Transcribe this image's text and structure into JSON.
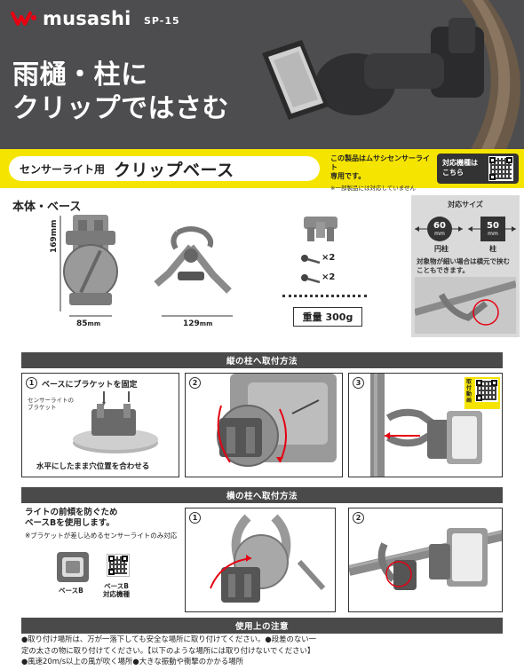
{
  "brand": {
    "logo_text": "musashi",
    "model": "SP-15",
    "logo_color": "#e60012"
  },
  "hero": {
    "headline_line1": "雨樋・柱に",
    "headline_line2": "クリップではさむ"
  },
  "band": {
    "subtitle": "センサーライト用",
    "title": "クリップベース",
    "note_line1": "この製品はムサシセンサーライト",
    "note_line2": "専用です。",
    "note_small": "※一部製品には対応していません",
    "compat_label_line1": "対応機種は",
    "compat_label_line2": "こちら",
    "accent_color": "#f5e400"
  },
  "specs": {
    "section_title": "本体・ベース",
    "height": "169",
    "height_unit": "mm",
    "width": "85",
    "width_unit": "mm",
    "clip_width": "129",
    "clip_unit": "mm",
    "screw_qty_1": "×2",
    "screw_qty_2": "×2",
    "weight": "重量 300g"
  },
  "compat": {
    "title": "対応サイズ",
    "round_num": "60",
    "round_unit": "mm",
    "round_label": "円柱",
    "square_num": "50",
    "square_unit": "mm",
    "square_label": "柱",
    "note": "対象物が細い場合は横元で挟むこともできます。"
  },
  "vertical": {
    "header": "縦の柱へ取付方法",
    "step1_num": "1",
    "step1_title": "ベースにブラケットを固定",
    "step1_label_line1": "センサーライトの",
    "step1_label_line2": "ブラケット",
    "step1_caption": "水平にしたまま穴位置を合わせる",
    "step2_num": "2",
    "step3_num": "3",
    "qr_side_label": "取付動画"
  },
  "horizontal": {
    "header": "横の柱へ取付方法",
    "desc_line1": "ライトの前傾を防ぐため",
    "desc_line2": "ベースBを使用します。",
    "note": "※ブラケットが差し込めるセンサーライトのみ対応",
    "baseb_label": "ベースB",
    "baseb_qr_label_line1": "ベースB",
    "baseb_qr_label_line2": "対応機種",
    "step1_num": "1",
    "step2_num": "2"
  },
  "cautions": {
    "header": "使用上の注意",
    "line1": "●取り付け場所は、万が一落下しても安全な場所に取り付けてください。●段差のない一",
    "line2": "定の太さの物に取り付けてください。【以下のような場所には取り付けないでください】",
    "line3": "●風速20m/s以上の風が吹く場所●大きな振動や衝撃のかかる場所"
  }
}
